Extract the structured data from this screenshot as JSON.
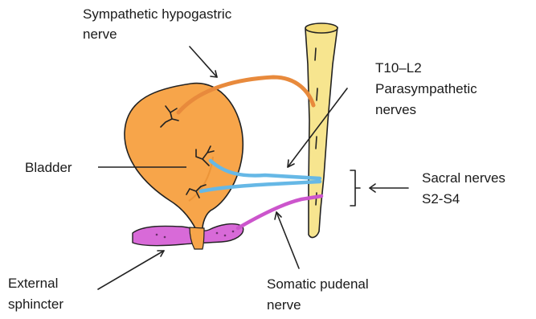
{
  "labels": {
    "sympathetic_line1": "Sympathetic hypogastric",
    "sympathetic_line2": "nerve",
    "parasympathetic_line1": "T10–L2",
    "parasympathetic_line2": "Parasympathetic",
    "parasympathetic_line3": "nerves",
    "bladder": "Bladder",
    "sacral_line1": "Sacral nerves",
    "sacral_line2": "S2-S4",
    "external_line1": "External",
    "external_line2": "sphincter",
    "somatic_line1": "Somatic pudenal",
    "somatic_line2": "nerve"
  },
  "colors": {
    "bladder": "#f7a54a",
    "bladder_dark": "#e58a2e",
    "spinal_cord": "#f7e58f",
    "sympathetic_nerve": "#e88a3c",
    "parasympathetic_nerve": "#66b8e6",
    "somatic_nerve": "#cc55cc",
    "sphincter": "#d86ad8"
  }
}
